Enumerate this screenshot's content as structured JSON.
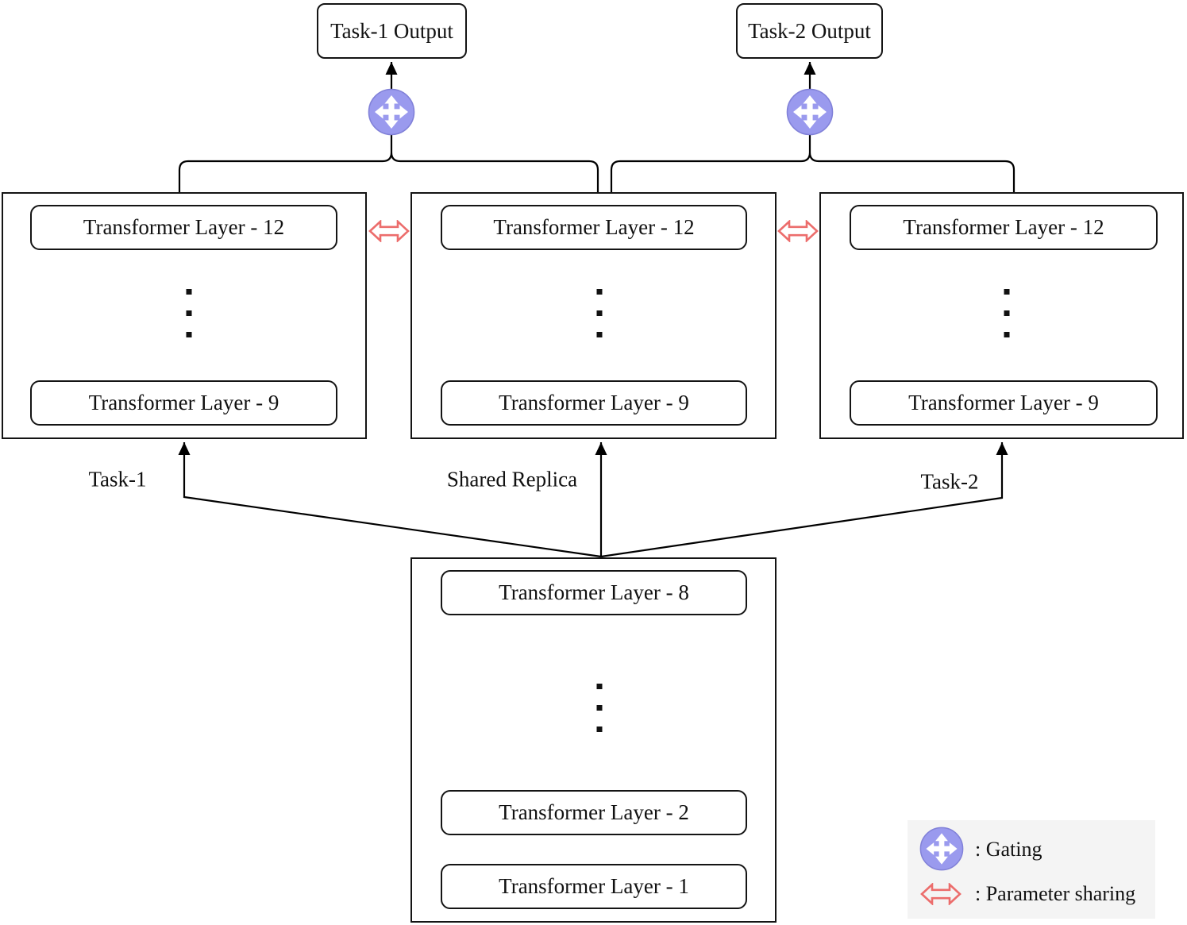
{
  "outputs": {
    "task1": "Task-1 Output",
    "task2": "Task-2 Output"
  },
  "columns": {
    "task1": {
      "top_layer": "Transformer Layer - 12",
      "bottom_layer": "Transformer Layer - 9",
      "label": "Task-1"
    },
    "shared": {
      "top_layer": "Transformer Layer - 12",
      "bottom_layer": "Transformer Layer - 9",
      "label": "Shared Replica"
    },
    "task2": {
      "top_layer": "Transformer Layer - 12",
      "bottom_layer": "Transformer Layer - 9",
      "label": "Task-2"
    }
  },
  "base_stack": {
    "top_layer": "Transformer Layer - 8",
    "mid_layer": "Transformer Layer - 2",
    "bottom_layer": "Transformer Layer - 1"
  },
  "legend": {
    "gating_label": ": Gating",
    "parameter_sharing_label": ": Parameter sharing"
  },
  "icons": {
    "gating": "move-cross-arrows-icon",
    "parameter_sharing": "double-headed-arrow-icon"
  },
  "colors": {
    "line": "#000000",
    "gating_fill": "#9a9aee",
    "gating_edge": "#8181d8",
    "gating_cross": "#ffffff",
    "sharing_stroke": "#ec6d6c",
    "legend_bg": "#f4f4f4"
  }
}
